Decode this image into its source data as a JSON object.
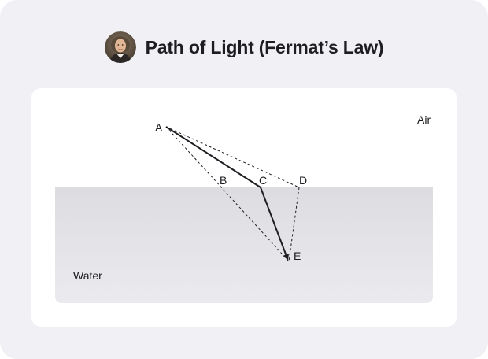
{
  "header": {
    "title": "Path of Light (Fermat’s Law)",
    "avatar_icon": "portrait-avatar-icon"
  },
  "diagram": {
    "medium_top_label": "Air",
    "medium_bottom_label": "Water",
    "points": {
      "a": "A",
      "b": "B",
      "c": "C",
      "d": "D",
      "e": "E"
    },
    "colors": {
      "page_bg": "#f0f0f5",
      "card_bg": "#ffffff",
      "water_top": "#dcdce1",
      "water_bottom": "#ebebef",
      "line": "#1d1d22"
    }
  }
}
